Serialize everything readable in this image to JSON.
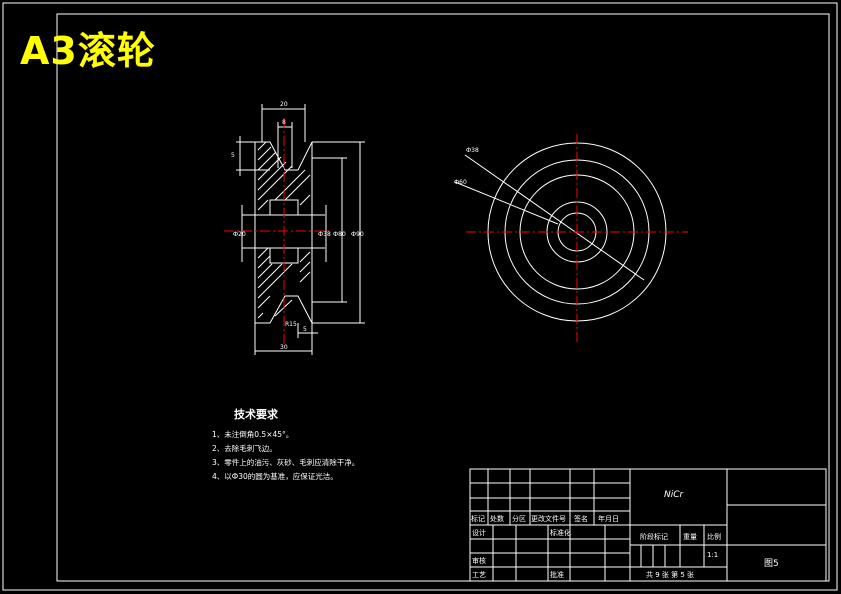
{
  "title": "A3滚轮",
  "colors": {
    "background": "#000000",
    "lines": "#ffffff",
    "title": "#ffff00",
    "centerline": "#ff0000"
  },
  "tech": {
    "heading": "技术要求",
    "items": [
      "1、未注倒角0.5×45°。",
      "2、去除毛刺飞边。",
      "3、零件上的油污、灰砂、毛刺应清除干净。",
      "4、以Ф30的圆为基准，应保证光洁。"
    ]
  },
  "dims": {
    "top_width": "20",
    "groove_width": "8",
    "flange": "5",
    "bore": "Ф20",
    "hub": "Ф38",
    "groove_dia": "Ф80",
    "outer_dia": "Ф90",
    "radius": "R15",
    "bottom_width": "30",
    "step": "5",
    "circle_a": "Ф38",
    "circle_b": "Ф60"
  },
  "titleblock": {
    "material": "NiCr",
    "h_mark": "标记",
    "h_qty": "处数",
    "h_zone": "分区",
    "h_doc": "更改文件号",
    "h_sign": "签名",
    "h_date": "年月日",
    "design": "设计",
    "standard": "标准化",
    "check": "审核",
    "process": "工艺",
    "approve": "批准",
    "stage": "阶段标记",
    "weight": "重量",
    "scale_label": "比例",
    "scale": "1:1",
    "sheets": "共 9 张 第 5 张",
    "drawing_no": "图5"
  }
}
